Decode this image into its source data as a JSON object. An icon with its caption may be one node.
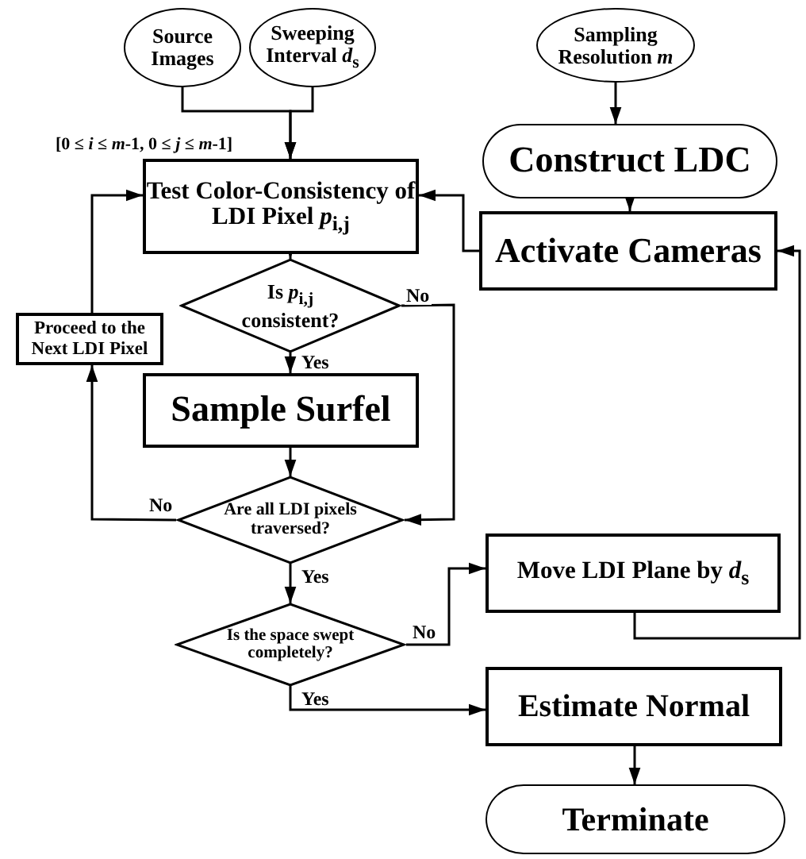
{
  "diagram": {
    "nodes": [
      {
        "text": [
          "Source Images"
        ]
      },
      {
        "text": [
          "Sweeping Interval *d*$_{s}$"
        ]
      },
      {
        "text": [
          "Sampling Resolution *m*"
        ]
      },
      {
        "text": [
          "Construct LDC"
        ]
      },
      {
        "text": [
          "Test Color-Consistency of LDI Pixel *p*$_{i,j}$"
        ]
      },
      {
        "text": [
          "Activate Cameras"
        ]
      },
      {
        "text": [
          "Is *p*$_{i,j}$ consistent?"
        ]
      },
      {
        "text": [
          "Proceed to the Next LDI Pixel"
        ]
      },
      {
        "text": [
          "Sample Surfel"
        ]
      },
      {
        "text": [
          "Are all LDI pixels traversed?"
        ]
      },
      {
        "text": [
          "Move LDI Plane by *d*$_{s}$"
        ]
      },
      {
        "text": [
          "Is the space swept completely?"
        ]
      },
      {
        "text": [
          "Estimate Normal"
        ]
      },
      {
        "text": [
          "Terminate"
        ]
      }
    ],
    "edges": [
      {
        "from": 0,
        "to": 4,
        "arrow": "to"
      },
      {
        "from": 1,
        "to": 4,
        "arrow": "to"
      },
      {
        "from": 2,
        "to": 3,
        "arrow": "to"
      },
      {
        "from": 3,
        "to": 5,
        "arrow": "to"
      },
      {
        "from": 5,
        "to": 4,
        "arrow": "to"
      },
      {
        "from": 4,
        "to": 6,
        "arrow": "to"
      },
      {
        "from": 6,
        "to": 8,
        "arrow": "to",
        "label": "Yes"
      },
      {
        "from": 6,
        "to": 9,
        "arrow": "to",
        "label": "No"
      },
      {
        "from": 8,
        "to": 9,
        "arrow": "to"
      },
      {
        "from": 9,
        "to": 7,
        "arrow": "to",
        "label": "No"
      },
      {
        "from": 7,
        "to": 4,
        "arrow": "to"
      },
      {
        "from": 9,
        "to": 11,
        "arrow": "to",
        "label": "Yes"
      },
      {
        "from": 11,
        "to": 10,
        "arrow": "to",
        "label": "No"
      },
      {
        "from": 10,
        "to": 5,
        "arrow": "to"
      },
      {
        "from": 11,
        "to": 12,
        "arrow": "to",
        "label": "Yes"
      },
      {
        "from": 12,
        "to": 13,
        "arrow": "to"
      }
    ],
    "labels": [
      "[0 ≤ *i* ≤ *m*-1, 0 ≤ *j* ≤ *m*-1]"
    ]
  }
}
